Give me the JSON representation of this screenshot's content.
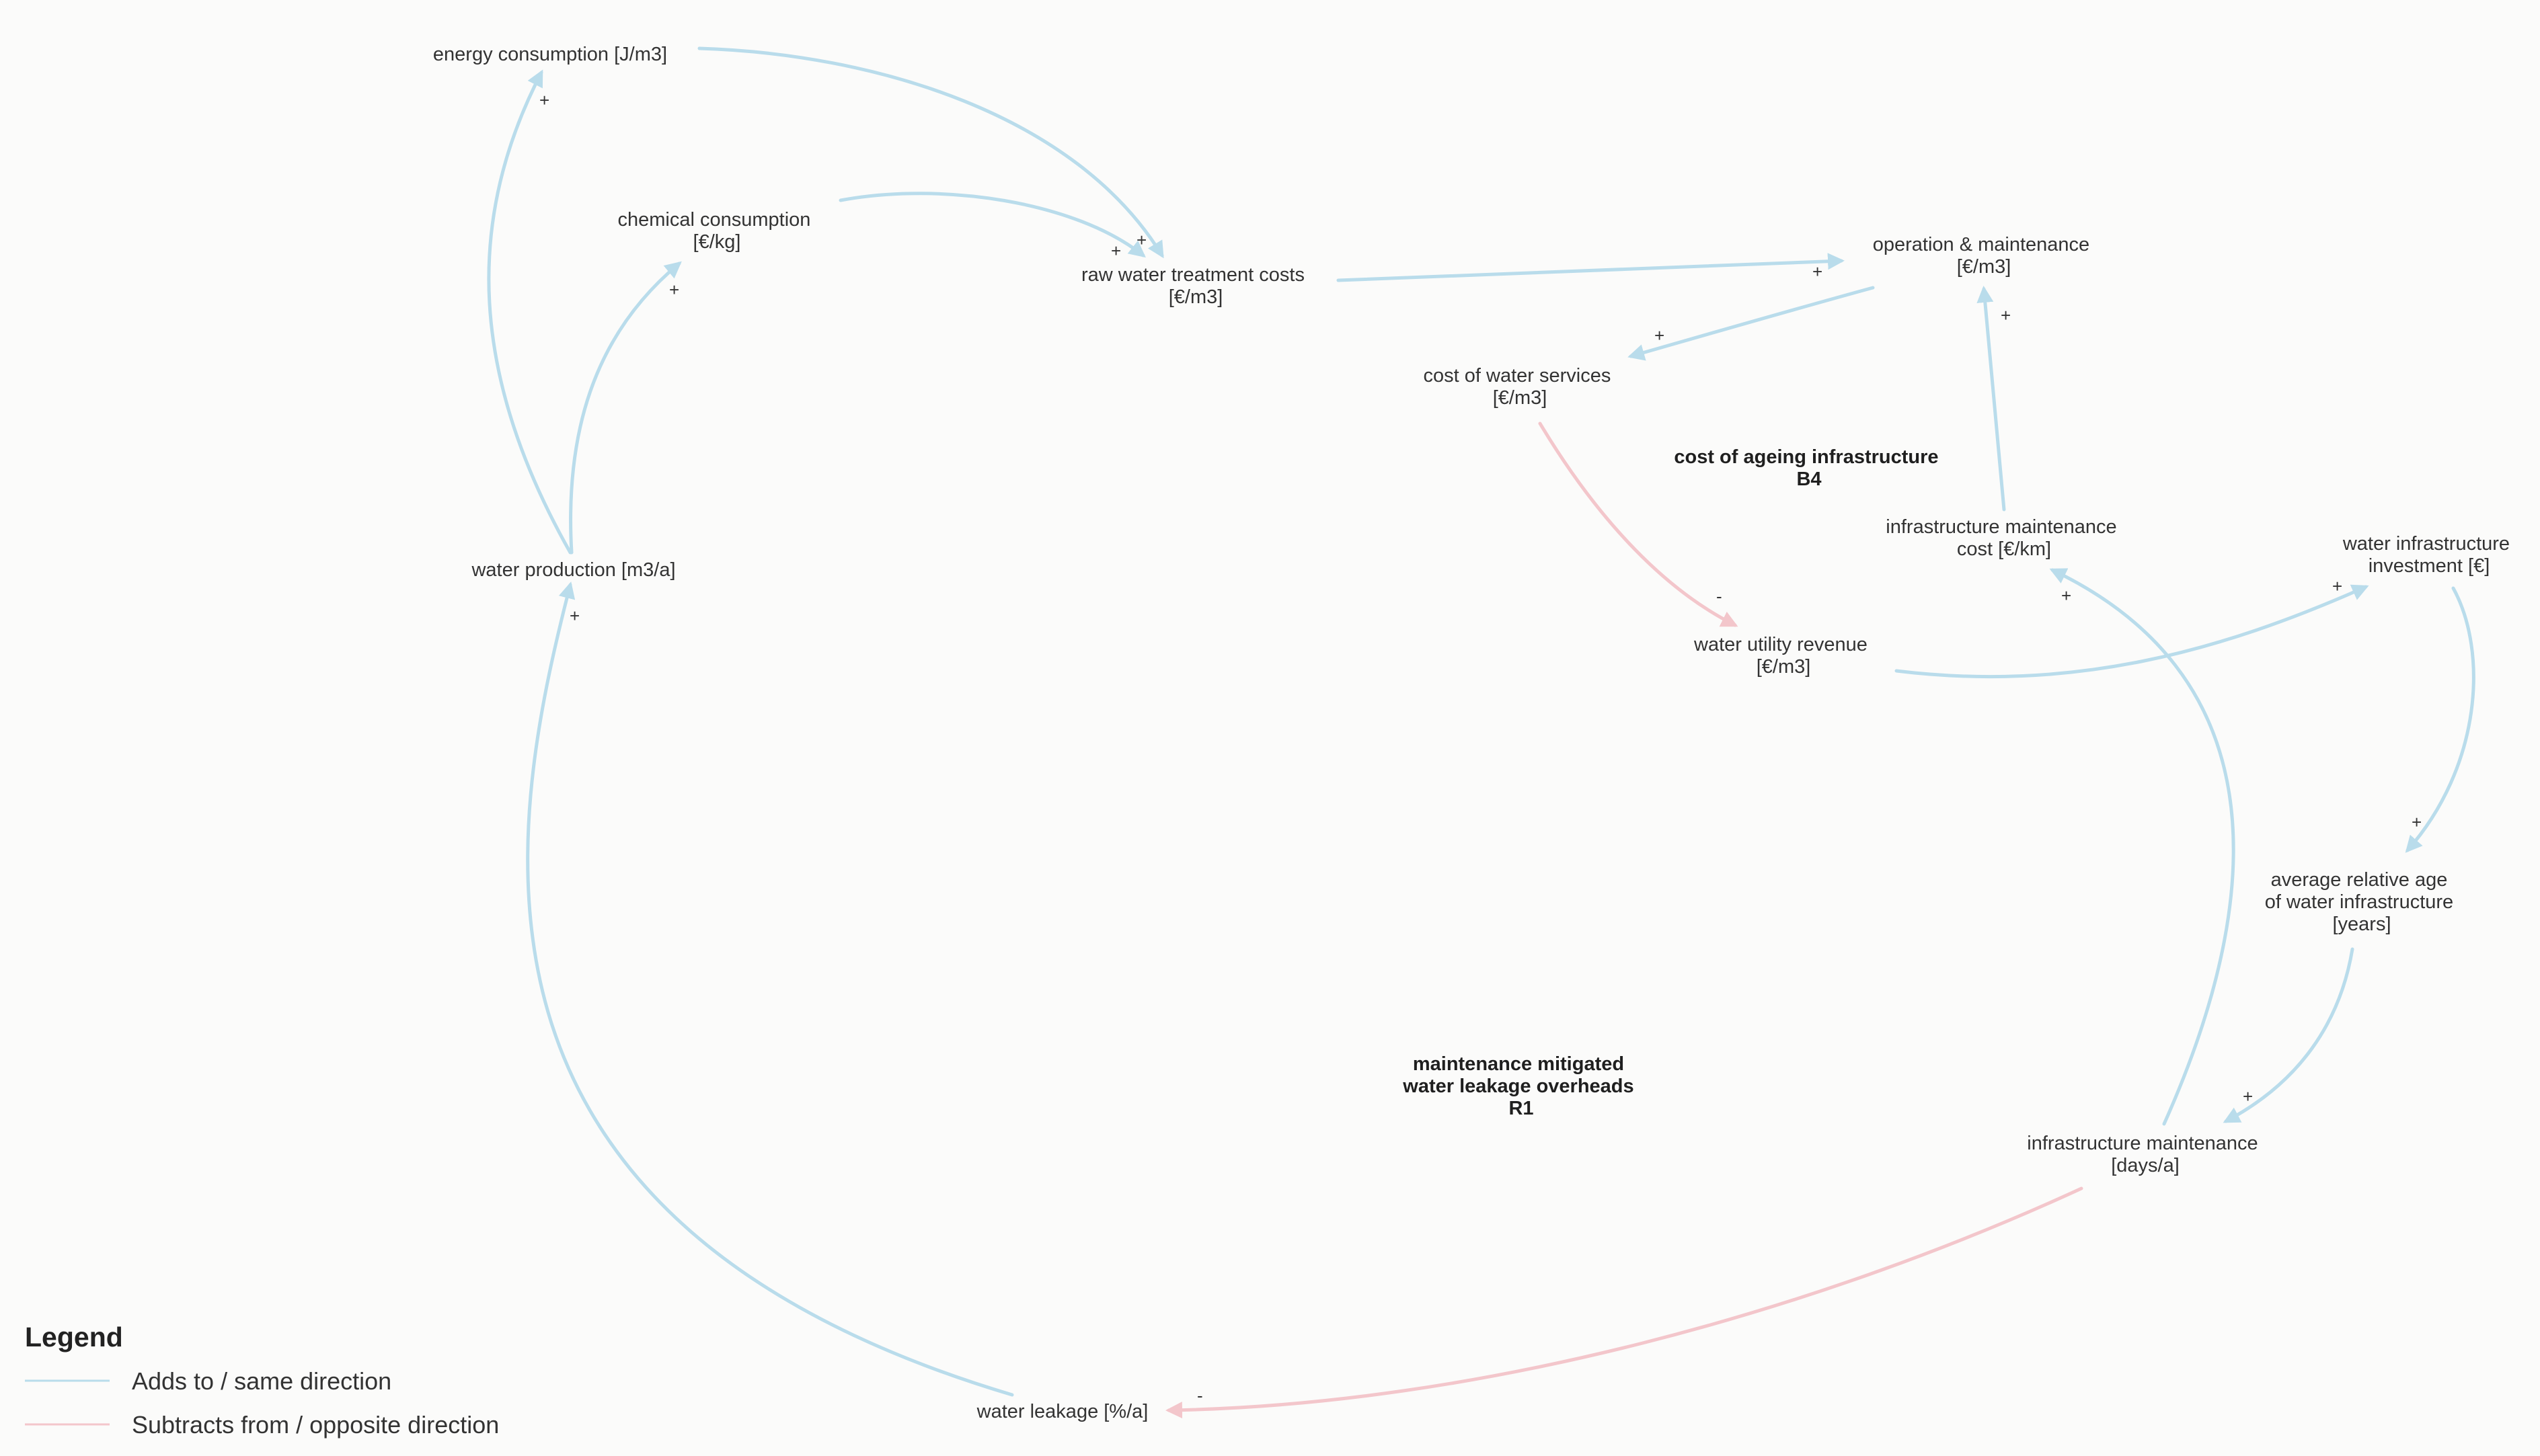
{
  "colors": {
    "adds": "#b9dceb",
    "subtracts": "#f3c6cb",
    "background": "#fbfbfa",
    "text": "#333333"
  },
  "variables": {
    "energy_consumption": [
      "energy consumption [J/m3]"
    ],
    "chemical_consumption": [
      "chemical consumption",
      "[€/kg]"
    ],
    "raw_water_treatment_costs": [
      "raw water treatment costs",
      "[€/m3]"
    ],
    "operation_maintenance": [
      "operation & maintenance",
      "[€/m3]"
    ],
    "cost_of_water_services": [
      "cost of water services",
      "[€/m3]"
    ],
    "infrastructure_maintenance_cost": [
      "infrastructure maintenance",
      "cost [€/km]"
    ],
    "water_infrastructure_investment": [
      "water infrastructure",
      "investment [€]"
    ],
    "water_utility_revenue": [
      "water utility revenue",
      "[€/m3]"
    ],
    "water_production": [
      "water production [m3/a]"
    ],
    "average_relative_age": [
      "average relative age",
      "of water infrastructure",
      "[years]"
    ],
    "infrastructure_maintenance": [
      "infrastructure maintenance",
      "[days/a]"
    ],
    "water_leakage": [
      "water leakage [%/a]"
    ]
  },
  "loops": {
    "b4": [
      "cost of ageing infrastructure",
      "B4"
    ],
    "r1": [
      "maintenance mitigated",
      "water leakage overheads",
      "R1"
    ]
  },
  "links": [
    {
      "from": "water_production",
      "to": "energy_consumption",
      "polarity": "+",
      "type": "adds"
    },
    {
      "from": "water_production",
      "to": "chemical_consumption",
      "polarity": "+",
      "type": "adds"
    },
    {
      "from": "energy_consumption",
      "to": "raw_water_treatment_costs",
      "polarity": "+",
      "type": "adds"
    },
    {
      "from": "chemical_consumption",
      "to": "raw_water_treatment_costs",
      "polarity": "+",
      "type": "adds"
    },
    {
      "from": "raw_water_treatment_costs",
      "to": "operation_maintenance",
      "polarity": "+",
      "type": "adds"
    },
    {
      "from": "operation_maintenance",
      "to": "cost_of_water_services",
      "polarity": "+",
      "type": "adds"
    },
    {
      "from": "infrastructure_maintenance_cost",
      "to": "operation_maintenance",
      "polarity": "+",
      "type": "adds"
    },
    {
      "from": "cost_of_water_services",
      "to": "water_utility_revenue",
      "polarity": "-",
      "type": "subtracts"
    },
    {
      "from": "water_utility_revenue",
      "to": "water_infrastructure_investment",
      "polarity": "+",
      "type": "adds"
    },
    {
      "from": "water_infrastructure_investment",
      "to": "average_relative_age",
      "polarity": "+",
      "type": "adds"
    },
    {
      "from": "average_relative_age",
      "to": "infrastructure_maintenance",
      "polarity": "+",
      "type": "adds"
    },
    {
      "from": "infrastructure_maintenance",
      "to": "infrastructure_maintenance_cost",
      "polarity": "+",
      "type": "adds"
    },
    {
      "from": "infrastructure_maintenance",
      "to": "water_leakage",
      "polarity": "-",
      "type": "subtracts"
    },
    {
      "from": "water_leakage",
      "to": "water_production",
      "polarity": "+",
      "type": "adds"
    }
  ],
  "legend": {
    "title": "Legend",
    "adds": "Adds to / same direction",
    "subtracts": "Subtracts from / opposite direction"
  }
}
